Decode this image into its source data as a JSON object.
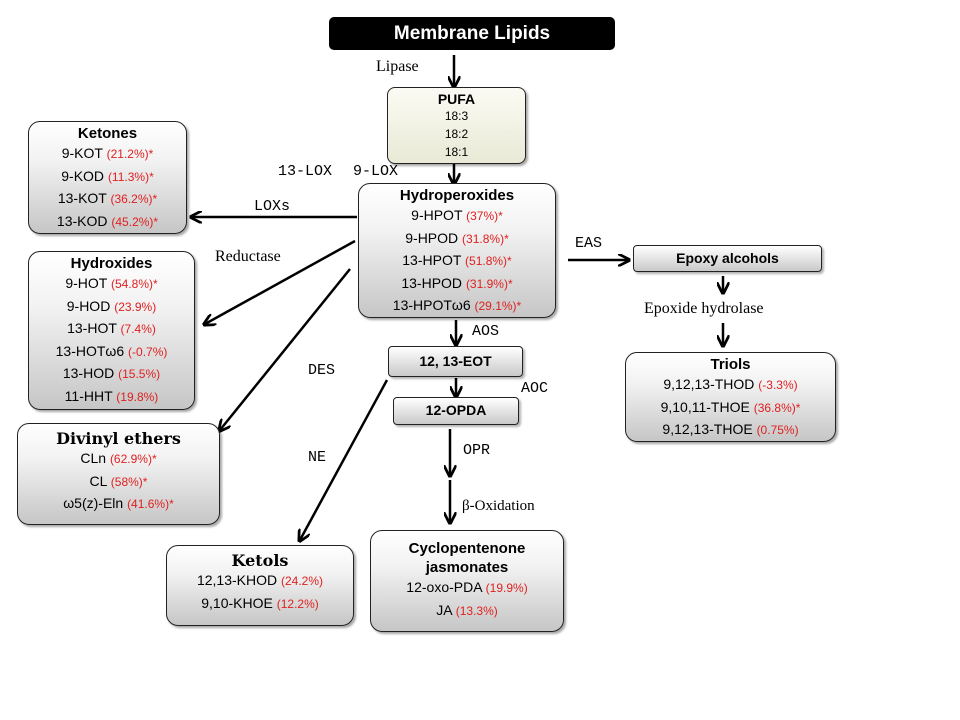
{
  "membrane": "Membrane Lipids",
  "pufa": {
    "title": "PUFA",
    "items": [
      "18:3",
      "18:2",
      "18:1"
    ]
  },
  "labels": {
    "lipase": "Lipase",
    "lox13": "13-LOX",
    "lox9": "9-LOX",
    "loxs": "LOXs",
    "reductase": "Reductase",
    "eas": "EAS",
    "epoxide_hydrolase": "Epoxide hydrolase",
    "aos": "AOS",
    "aoc": "AOC",
    "des": "DES",
    "ne": "NE",
    "opr": "OPR",
    "beta_oxidation": "β-Oxidation"
  },
  "ketones": {
    "title": "Ketones",
    "items": [
      {
        "name": "9-KOT",
        "pct": "(21.2%)*"
      },
      {
        "name": "9-KOD",
        "pct": "(11.3%)*"
      },
      {
        "name": "13-KOT",
        "pct": "(36.2%)*"
      },
      {
        "name": "13-KOD",
        "pct": "(45.2%)*"
      }
    ]
  },
  "hydroperoxides": {
    "title": "Hydroperoxides",
    "items": [
      {
        "name": "9-HPOT",
        "pct": "(37%)*"
      },
      {
        "name": "9-HPOD",
        "pct": "(31.8%)*"
      },
      {
        "name": "13-HPOT",
        "pct": "(51.8%)*"
      },
      {
        "name": "13-HPOD",
        "pct": "(31.9%)*"
      },
      {
        "name": "13-HPOTω6",
        "pct": "(29.1%)*"
      }
    ]
  },
  "hydroxides": {
    "title": "Hydroxides",
    "items": [
      {
        "name": "9-HOT",
        "pct": "(54.8%)*"
      },
      {
        "name": "9-HOD",
        "pct": "(23.9%)"
      },
      {
        "name": "13-HOT",
        "pct": "(7.4%)"
      },
      {
        "name": "13-HOTω6",
        "pct": "(-0.7%)"
      },
      {
        "name": "13-HOD",
        "pct": "(15.5%)"
      },
      {
        "name": "11-HHT",
        "pct": "(19.8%)"
      }
    ]
  },
  "divinyl": {
    "title": "Divinyl ethers",
    "items": [
      {
        "name": "CLn",
        "pct": "(62.9%)*"
      },
      {
        "name": "CL",
        "pct": "(58%)*"
      },
      {
        "name": "ω5(z)-Eln",
        "pct": "(41.6%)*"
      }
    ]
  },
  "ketols": {
    "title": "Ketols",
    "items": [
      {
        "name": "12,13-KHOD",
        "pct": "(24.2%)"
      },
      {
        "name": "9,10-KHOE",
        "pct": "(12.2%)"
      }
    ]
  },
  "eot": "12, 13-EOT",
  "opda": "12-OPDA",
  "epoxy": "Epoxy alcohols",
  "triols": {
    "title": "Triols",
    "items": [
      {
        "name": "9,12,13-THOD",
        "pct": "(-3.3%)"
      },
      {
        "name": "9,10,11-THOE",
        "pct": "(36.8%)*"
      },
      {
        "name": "9,12,13-THOE",
        "pct": "(0.75%)"
      }
    ]
  },
  "jasmonates": {
    "title_line1": "Cyclopentenone",
    "title_line2": "jasmonates",
    "items": [
      {
        "name": "12-oxo-PDA",
        "pct": "(19.9%)"
      },
      {
        "name": "JA",
        "pct": "(13.3%)"
      }
    ]
  }
}
